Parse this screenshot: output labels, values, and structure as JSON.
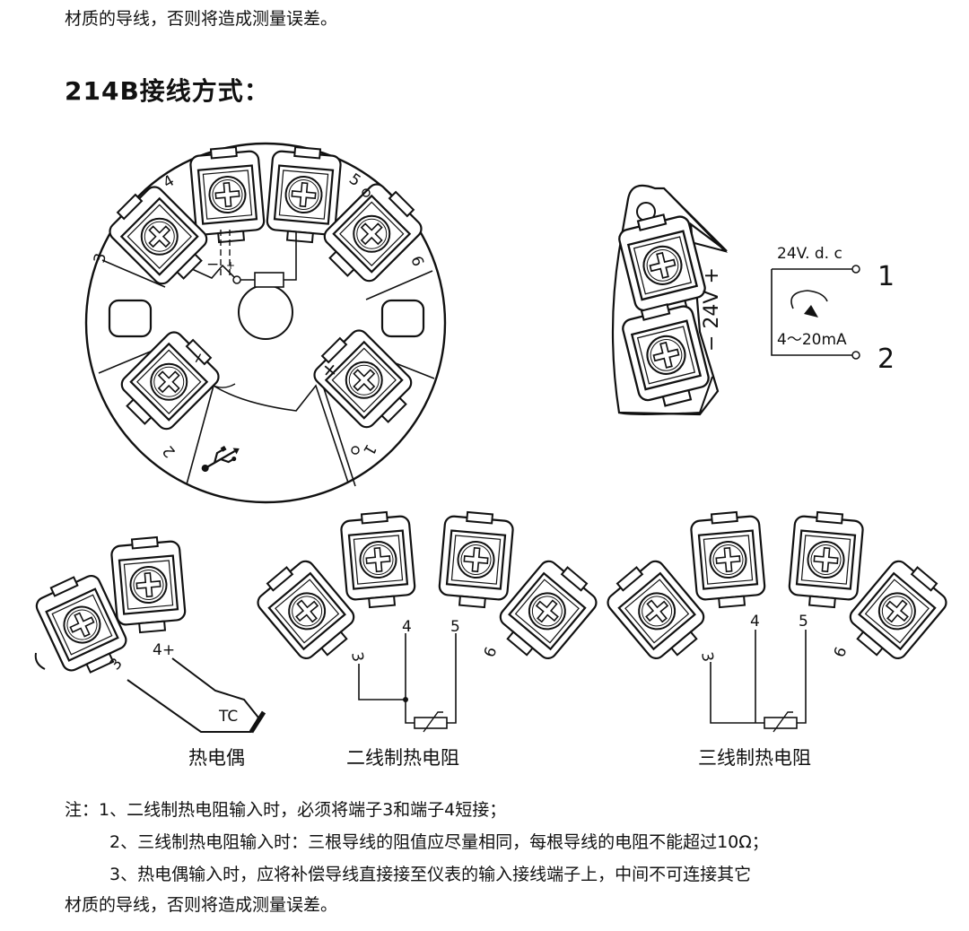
{
  "header": {
    "top_line": "材质的导线，否则将造成测量误差。",
    "heading": "214B接线方式："
  },
  "diagram": {
    "terminal_numbers": [
      "1",
      "2",
      "3",
      "4",
      "5",
      "6"
    ],
    "polarity": {
      "plus": "+",
      "minus": "−"
    },
    "connector": {
      "voltage_label": "− 24V +",
      "supply_label": "24V. d. c",
      "loop_label": "4～20mA",
      "pin_1": "1",
      "pin_2": "2"
    },
    "thermocouple": {
      "caption": "热电偶",
      "tc_label": "TC",
      "terminal_3": "3",
      "terminal_4": "4+"
    },
    "rtd_2wire": {
      "caption": "二线制热电阻",
      "terminals": [
        "3",
        "4",
        "5",
        "6"
      ]
    },
    "rtd_3wire": {
      "caption": "三线制热电阻",
      "terminals": [
        "3",
        "4",
        "5",
        "6"
      ]
    }
  },
  "notes": {
    "line1": "注：1、二线制热电阻输入时，必须将端子3和端子4短接；",
    "line2": "2、三线制热电阻输入时：三根导线的阻值应尽量相同，每根导线的电阻不能超过10Ω；",
    "line3": "3、热电偶输入时，应将补偿导线直接接至仪表的输入接线端子上，中间不可连接其它",
    "line4": "材质的导线，否则将造成测量误差。"
  }
}
